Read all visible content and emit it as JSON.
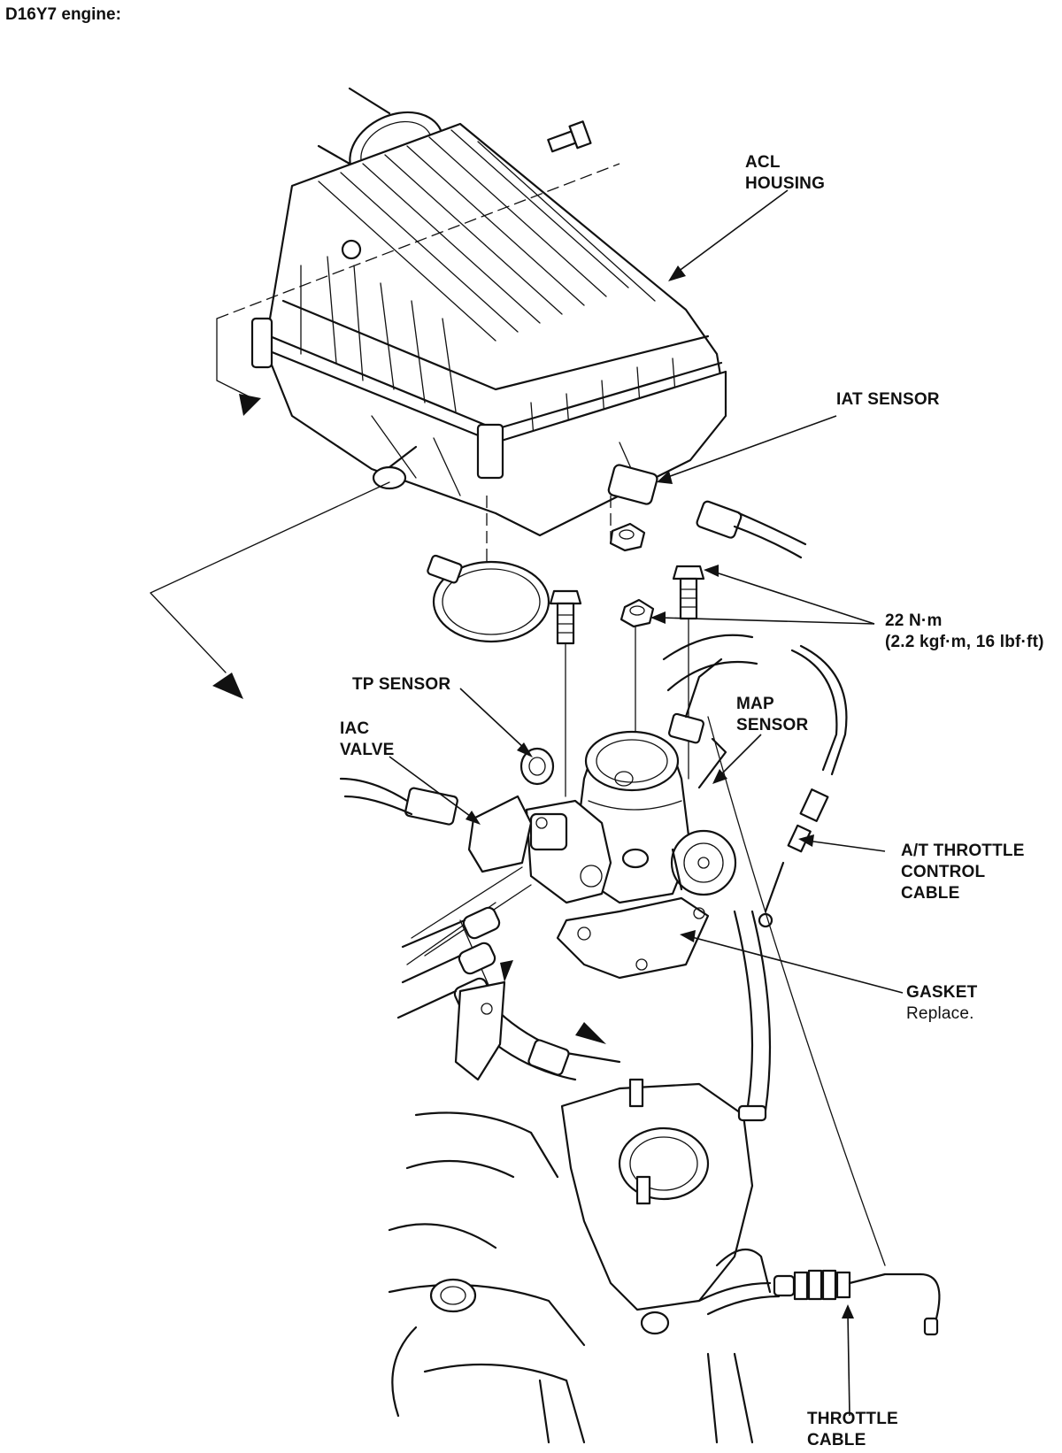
{
  "title": "D16Y7 engine:",
  "labels": {
    "acl_housing": [
      "ACL",
      "HOUSING"
    ],
    "iat_sensor": "IAT SENSOR",
    "torque_value": "22 N·m",
    "torque_detail": "(2.2 kgf·m, 16 lbf·ft)",
    "tp_sensor": "TP SENSOR",
    "iac_valve": [
      "IAC",
      "VALVE"
    ],
    "map_sensor": [
      "MAP",
      "SENSOR"
    ],
    "at_throttle_cable": [
      "A/T THROTTLE",
      "CONTROL",
      "CABLE"
    ],
    "gasket": "GASKET",
    "gasket_note": "Replace.",
    "throttle_cable": [
      "THROTTLE",
      "CABLE"
    ]
  }
}
